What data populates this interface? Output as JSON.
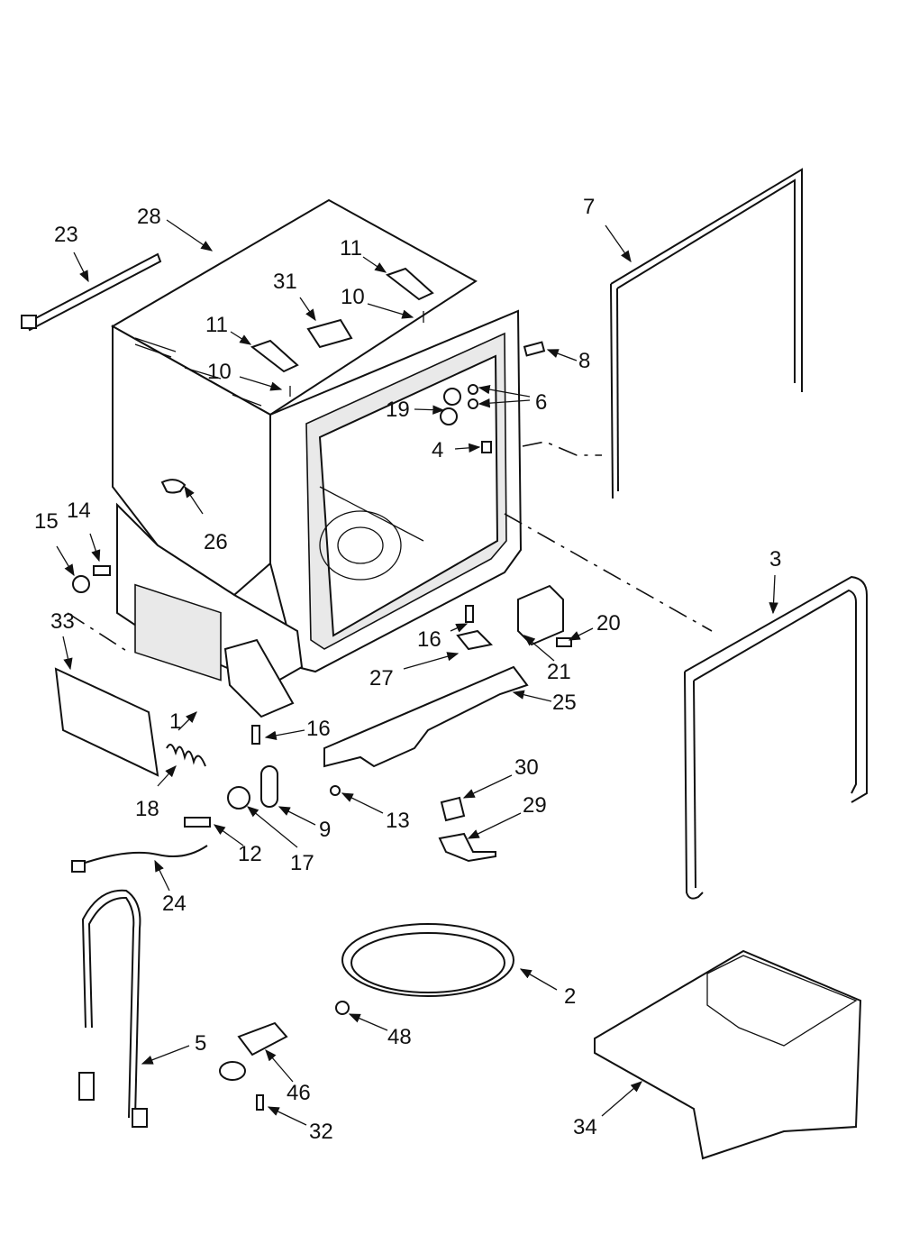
{
  "diagram": {
    "labels": {
      "p1": "1",
      "p2": "2",
      "p3": "3",
      "p4": "4",
      "p5": "5",
      "p6": "6",
      "p7": "7",
      "p8": "8",
      "p9": "9",
      "p10a": "10",
      "p10b": "10",
      "p11a": "11",
      "p11b": "11",
      "p12": "12",
      "p13": "13",
      "p14": "14",
      "p15": "15",
      "p16a": "16",
      "p16b": "16",
      "p17": "17",
      "p18": "18",
      "p19": "19",
      "p20": "20",
      "p21": "21",
      "p23": "23",
      "p24": "24",
      "p25": "25",
      "p26": "26",
      "p27": "27",
      "p28": "28",
      "p29": "29",
      "p30": "30",
      "p31": "31",
      "p32": "32",
      "p33": "33",
      "p34": "34",
      "p46": "46",
      "p48": "48"
    }
  }
}
